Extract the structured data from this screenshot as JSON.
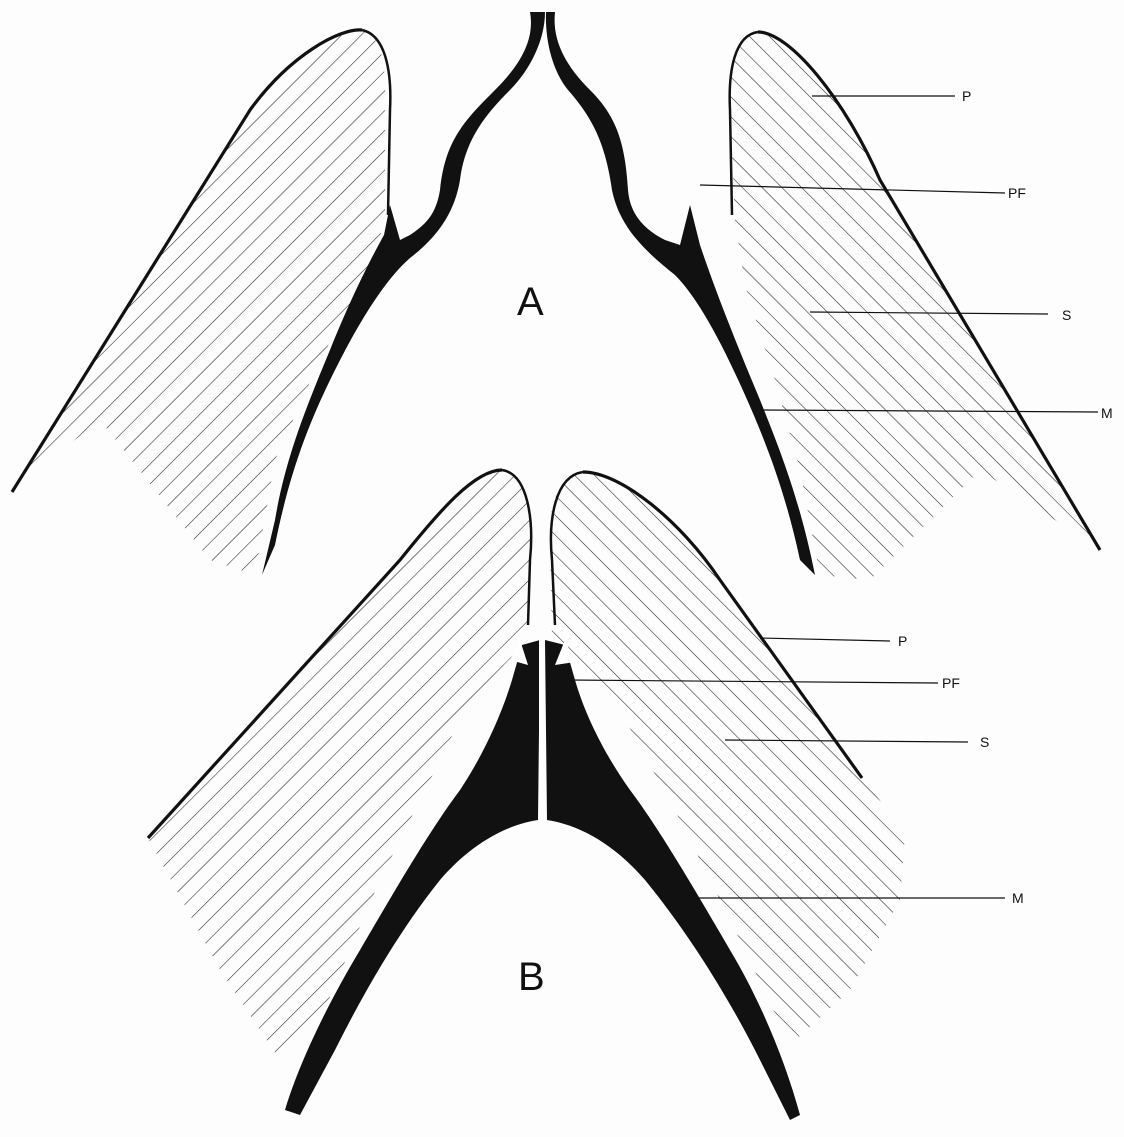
{
  "figure": {
    "panels": [
      {
        "id": "A",
        "label": "A"
      },
      {
        "id": "B",
        "label": "B"
      }
    ],
    "labels_a": {
      "p": "P",
      "pf": "PF",
      "s": "S",
      "m": "M"
    },
    "labels_b": {
      "p": "P",
      "pf": "PF",
      "s": "S",
      "m": "M"
    },
    "colors": {
      "ink": "#111111",
      "paper": "#fdfdfd",
      "hatch": "#222222"
    }
  }
}
